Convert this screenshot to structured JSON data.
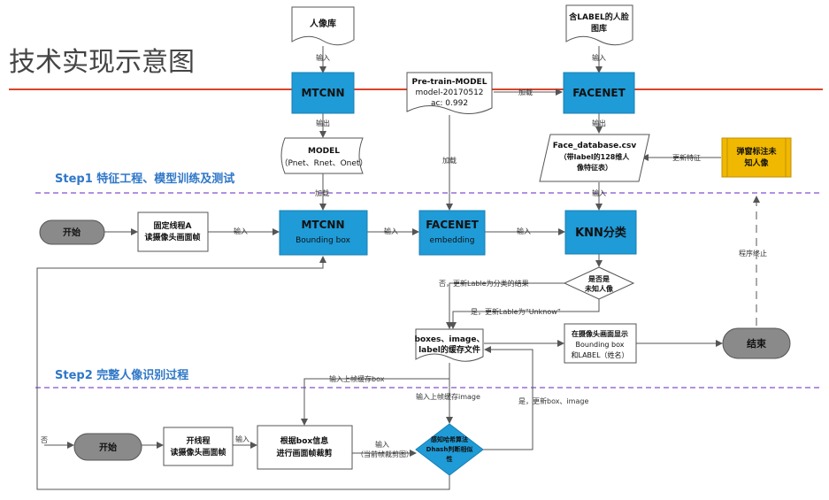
{
  "title": "技术实现示意图",
  "colors": {
    "accent_line": "#d9432a",
    "process_blue": "#1f9bd7",
    "gold": "#f0b800",
    "terminator": "#8a8a8a",
    "dashed_purple": "#9b6bd6",
    "step_text": "#2f77c8",
    "arrow": "#555555"
  },
  "steps": {
    "step1": "Step1  特征工程、模型训练及测试",
    "step2": "Step2  完整人像识别过程"
  },
  "nodes": {
    "portrait_db": "人像库",
    "label_face_db": [
      "含LABEL的人脸",
      "图库"
    ],
    "mtcnn_top": "MTCNN",
    "facenet_top": "FACENET",
    "pretrain": [
      "Pre-train-MODEL",
      "model-20170512",
      "ac: 0.992"
    ],
    "model": [
      "MODEL",
      "（Pnet、Rnet、Onet）"
    ],
    "face_db_csv": [
      "Face_database.csv",
      "（带label的128维人",
      "像特征表）"
    ],
    "popup_label": [
      "弹窗标注未",
      "知人像"
    ],
    "start1": "开始",
    "thread_a": [
      "固定线程A",
      "读摄像头画面帧"
    ],
    "mtcnn_bb": [
      "MTCNN",
      "Bounding box"
    ],
    "facenet_emb": [
      "FACENET",
      "embedding"
    ],
    "knn": "KNN分类",
    "unknown_q": [
      "是否是",
      "未知人像"
    ],
    "cache": [
      "boxes、image、",
      "label的缓存文件"
    ],
    "display": [
      "在摄像头画面显示",
      "Bounding box",
      "和LABEL（姓名）"
    ],
    "end": "结束",
    "start2": "开始",
    "thread_b": [
      "开线程",
      "读摄像头画面帧"
    ],
    "crop": [
      "根据box信息",
      "进行画面帧裁剪"
    ],
    "dhash": [
      "感知哈希算法",
      "Dhash判断相似",
      "性"
    ]
  },
  "edge_labels": {
    "input1": "输入",
    "input2": "输入",
    "output_model": "输出",
    "output_csv": "输出",
    "load_pretrain": "加载",
    "load_facenet": "加载",
    "load_model": "加载",
    "input_knn": "输入",
    "input_mtcnn": "输入",
    "input_facenet": "输入",
    "input_knn2": "输入",
    "update_feature": "更新特征",
    "program_stop": "程序终止",
    "no_update": "否，更新Lable为分类的结果",
    "yes_update": "是，更新Lable为“Unknow”",
    "input_prev_box": "输入上帧缓存box",
    "input_prev_image": "输入上帧缓存image",
    "yes_update_box": "是，更新box、image",
    "input_crop": "输入",
    "input_crop_sub": "（当前帧裁剪图）",
    "input_thread_b": "输入",
    "no_left": "否"
  }
}
